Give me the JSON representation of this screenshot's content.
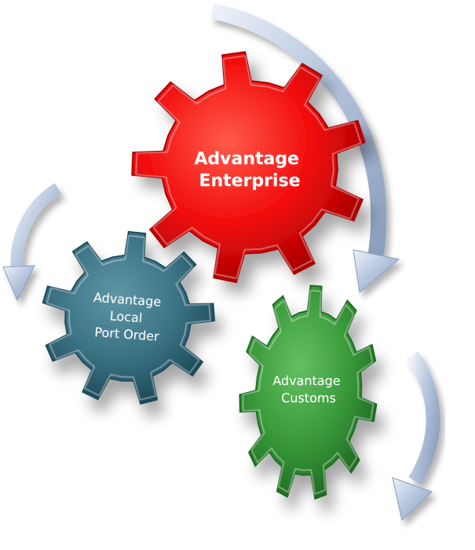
{
  "diagram": {
    "gears": [
      {
        "id": "enterprise",
        "lines": [
          "Advantage",
          "Enterprise"
        ],
        "color": "#f20d0d",
        "color_dark": "#a60000",
        "color_light": "#ff5a4a"
      },
      {
        "id": "local-port-order",
        "lines": [
          "Advantage",
          "Local",
          "Port Order"
        ],
        "color": "#3b7385",
        "color_dark": "#1d4a58",
        "color_light": "#5f96a6"
      },
      {
        "id": "customs",
        "lines": [
          "Advantage",
          "Customs"
        ],
        "color": "#3a9a3a",
        "color_dark": "#1f6b22",
        "color_light": "#63c062"
      }
    ],
    "arrow_color": "#b9c8df",
    "arrow_dark": "#8a9dbc",
    "arrow_light": "#eef2f9"
  }
}
